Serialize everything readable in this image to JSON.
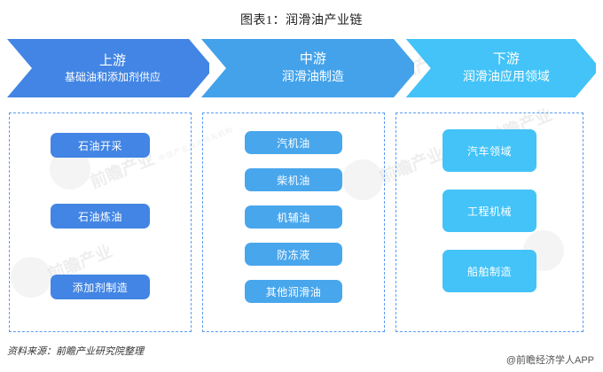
{
  "title": "图表1：润滑油产业链",
  "colors": {
    "upstream": "#4285e4",
    "midstream": "#43a2ea",
    "downstream": "#43c3f7",
    "column_border": "#5b9bf0",
    "node_text": "#ffffff",
    "title_text": "#222222"
  },
  "stages": [
    {
      "main": "上游",
      "sub": "基础油和添加剂供应"
    },
    {
      "main": "中游",
      "sub": "润滑油制造"
    },
    {
      "main": "下游",
      "sub": "润滑油应用领域"
    }
  ],
  "columns": {
    "upstream": {
      "nodes": [
        "石油开采",
        "石油炼油",
        "添加剂制造"
      ]
    },
    "midstream": {
      "nodes": [
        "汽机油",
        "柴机油",
        "机辅油",
        "防冻液",
        "其他润滑油"
      ]
    },
    "downstream": {
      "nodes": [
        "汽车领域",
        "工程机械",
        "船舶制造"
      ]
    }
  },
  "footer": {
    "source": "资料来源：前瞻产业研究院整理",
    "attribution": "@前瞻经济学人APP"
  },
  "watermark": {
    "brand": "前瞻产业",
    "sub": "中国产业咨询领先机构"
  }
}
